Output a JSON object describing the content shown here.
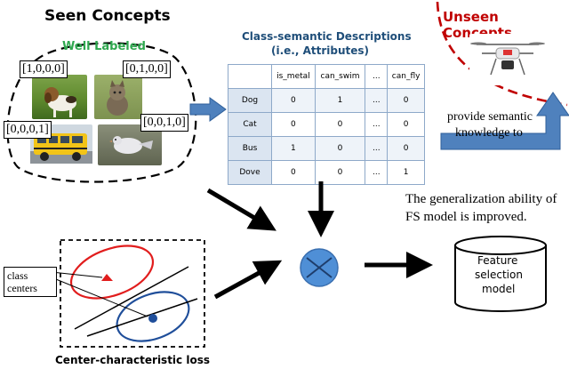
{
  "seen": {
    "title": "Seen Concepts",
    "well_labeled": "Well Labeled",
    "vectors": [
      "[1,0,0,0]",
      "[0,1,0,0]",
      "[0,0,0,1]",
      "[0,0,1,0]"
    ],
    "images": [
      "dog-photo",
      "cat-photo",
      "bus-photo",
      "dove-photo"
    ]
  },
  "descriptions": {
    "title_line1": "Class-semantic Descriptions",
    "title_line2": "(i.e., Attributes)",
    "columns": [
      "",
      "is_metal",
      "can_swim",
      "...",
      "can_fly"
    ],
    "rows": [
      {
        "label": "Dog",
        "values": [
          "0",
          "1",
          "...",
          "0"
        ]
      },
      {
        "label": "Cat",
        "values": [
          "0",
          "0",
          "...",
          "0"
        ]
      },
      {
        "label": "Bus",
        "values": [
          "1",
          "0",
          "...",
          "0"
        ]
      },
      {
        "label": "Dove",
        "values": [
          "0",
          "0",
          "...",
          "1"
        ]
      }
    ]
  },
  "unseen": {
    "title": "Unseen Concepts",
    "image": "drone-photo"
  },
  "provide_text": {
    "line1": "provide semantic",
    "line2": "knowledge to"
  },
  "generalization": {
    "line1": "The generalization ability of",
    "line2": "FS model is improved."
  },
  "model": {
    "line1": "Feature",
    "line2": "selection",
    "line3": "model"
  },
  "loss": {
    "class_centers_line1": "class",
    "class_centers_line2": "centers",
    "caption": "Center-characteristic loss"
  },
  "colors": {
    "title_blue": "#1f4e79",
    "green": "#2fa84f",
    "unseen_red": "#c00000",
    "arrow_blue": "#4f81bd",
    "ellipse_red": "#e11d1d",
    "ellipse_blue": "#1f4e9a",
    "fusion_fill": "#4f8fd6"
  }
}
